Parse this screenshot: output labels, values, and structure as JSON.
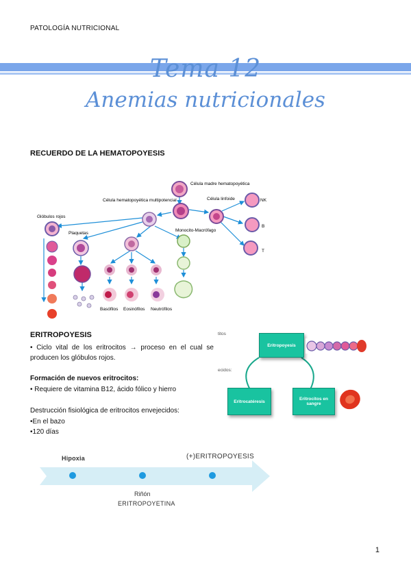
{
  "header": {
    "text": "PATOLOGÍA NUTRICIONAL"
  },
  "title": {
    "line1": "Tema 12",
    "line2": "Anemias nutricionales"
  },
  "colors": {
    "title": "#5b8fd6",
    "band": "#7aa6ea",
    "teal": "#19c3a0",
    "arrow_light": "#d6eef6",
    "dot": "#1e9ae0"
  },
  "section_hematopoyesis": {
    "heading": "RECUERDO DE LA HEMATOPOYESIS",
    "labels": {
      "stem": "Célula madre hematopoyética",
      "multipotent": "Célula hematopoyética multipotencial",
      "lymphoid": "Célula linfoide",
      "nk": "NK",
      "b": "B",
      "t": "T",
      "red": "Glóbulos rojos",
      "platelets": "Plaquetas",
      "monocyte": "Monocito-Macrófago",
      "basophils": "Basófilos",
      "eosinophils": "Eosinófilos",
      "neutrophils": "Neutrófilos"
    }
  },
  "section_eritropoyesis": {
    "heading": "ERITROPOYESIS",
    "definition": "• Ciclo vital de los eritrocitos → proceso en el cual se producen los glóbulos rojos.",
    "formation_heading": "Formación de nuevos eritrocitos:",
    "formation_item": "• Requiere de vitamina B12, ácido fólico y hierro",
    "destruction_heading": "Destrucción fisiológica de eritrocitos envejecidos:",
    "destruction_items": [
      "•En el bazo",
      "•120 días"
    ],
    "cycle": {
      "cut_label_top": "titos",
      "cut_label_mid": "ecidos:",
      "box_top": "Eritropoyesis",
      "box_right": "Eritrocitos en sangre",
      "box_left": "Eritrocatéresis"
    }
  },
  "timeline": {
    "label_hipoxia": "Hipoxia",
    "label_eritropoyesis": "(+)ERITROPOYESIS",
    "label_rinon": "Riñón",
    "label_eritropoyetina": "ERITROPOYETINA"
  },
  "page_number": "1"
}
